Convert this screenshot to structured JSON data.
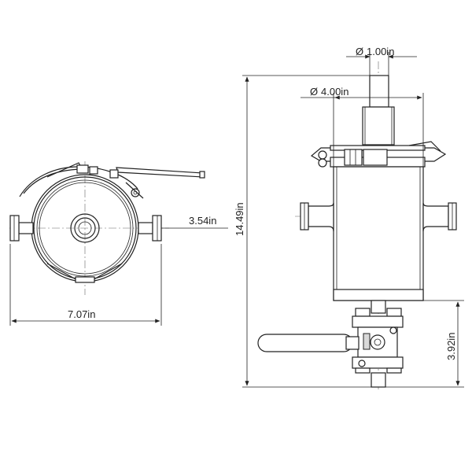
{
  "dimensions": {
    "top_diameter": "1.00in",
    "body_diameter": "4.00in",
    "overall_height": "14.49in",
    "valve_height": "3.92in",
    "port_offset": "3.54in",
    "overall_width": "7.07in",
    "diameter_symbol": "Ø"
  },
  "colors": {
    "line": "#222222",
    "shade": "#d9d9d9",
    "background": "#ffffff"
  }
}
